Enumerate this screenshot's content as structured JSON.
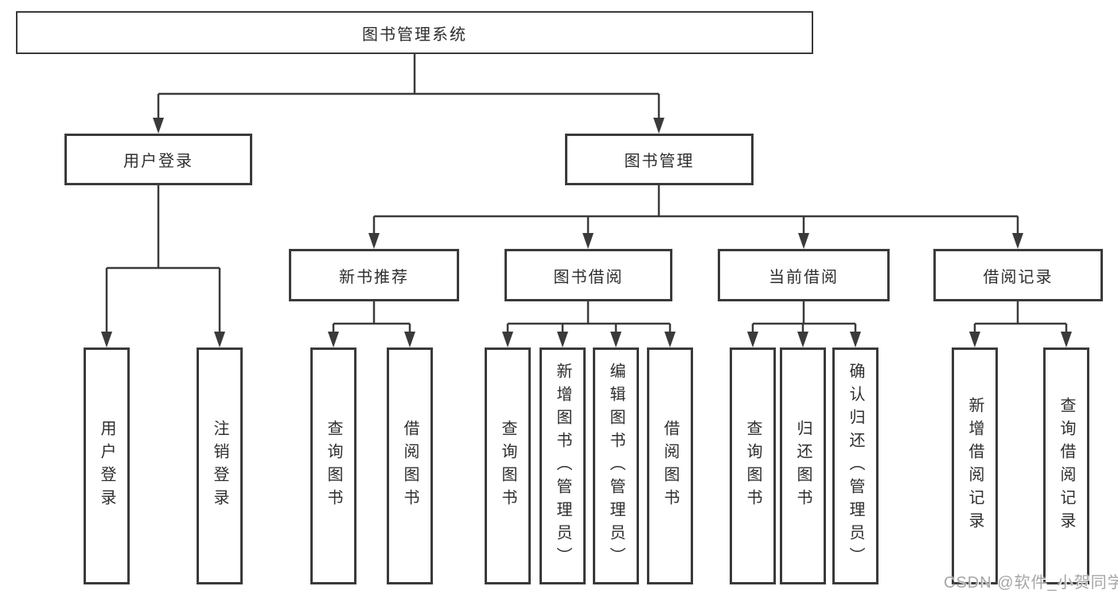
{
  "diagram": {
    "root": {
      "label": "图书管理系统"
    },
    "level2": [
      {
        "label": "用户登录"
      },
      {
        "label": "图书管理"
      }
    ],
    "level3": [
      {
        "label": "新书推荐"
      },
      {
        "label": "图书借阅"
      },
      {
        "label": "当前借阅"
      },
      {
        "label": "借阅记录"
      }
    ],
    "leaves": {
      "user_login": [
        "用户登录",
        "注销登录"
      ],
      "new_book": [
        "查询图书",
        "借阅图书"
      ],
      "borrow": [
        "查询图书",
        "新增图书（管理员）",
        "编辑图书（管理员）",
        "借阅图书"
      ],
      "current": [
        "查询图书",
        "归还图书",
        "确认归还（管理员）"
      ],
      "records": [
        "新增借阅记录",
        "查询借阅记录"
      ]
    }
  },
  "watermark": "CSDN @软件_小贺同学",
  "colors": {
    "line": "#3a3a3a",
    "text": "#2e2e2e",
    "watermark": "#a6a6a6",
    "background": "#ffffff"
  }
}
